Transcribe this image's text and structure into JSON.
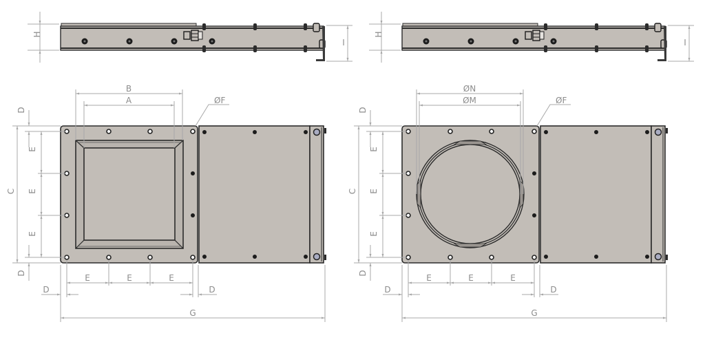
{
  "drawing": {
    "title": "Knife gate valve dimensional drawing",
    "colors": {
      "body": "#c2bdb7",
      "outline": "#2b2b2b",
      "dimension": "#a8a8a8",
      "label": "#8c8c8c",
      "pin": "#a9acc2"
    },
    "views": [
      {
        "id": "square-port",
        "top_view": {
          "labels": {
            "height": "H",
            "bracket": "I"
          }
        },
        "front_view": {
          "port_shape": "square",
          "labels": {
            "outer_width": "B",
            "inner_width": "A",
            "hole_diameter": "ØF",
            "height": "C",
            "edge_offset_top": "D",
            "edge_offset_bottom": "D",
            "edge_offset_left": "D",
            "edge_offset_right": "D",
            "pitch_v1": "E",
            "pitch_v2": "E",
            "pitch_v3": "E",
            "pitch_h1": "E",
            "pitch_h2": "E",
            "pitch_h3": "E",
            "overall_length": "G"
          }
        }
      },
      {
        "id": "round-port",
        "top_view": {
          "labels": {
            "height": "H",
            "bracket": "I"
          }
        },
        "front_view": {
          "port_shape": "round",
          "labels": {
            "outer_width": "ØN",
            "inner_width": "ØM",
            "hole_diameter": "ØF",
            "height": "C",
            "edge_offset_top": "D",
            "edge_offset_bottom": "D",
            "edge_offset_left": "D",
            "edge_offset_right": "D",
            "pitch_v1": "E",
            "pitch_v2": "E",
            "pitch_v3": "E",
            "pitch_h1": "E",
            "pitch_h2": "E",
            "pitch_h3": "E",
            "overall_length": "G"
          }
        }
      }
    ]
  }
}
